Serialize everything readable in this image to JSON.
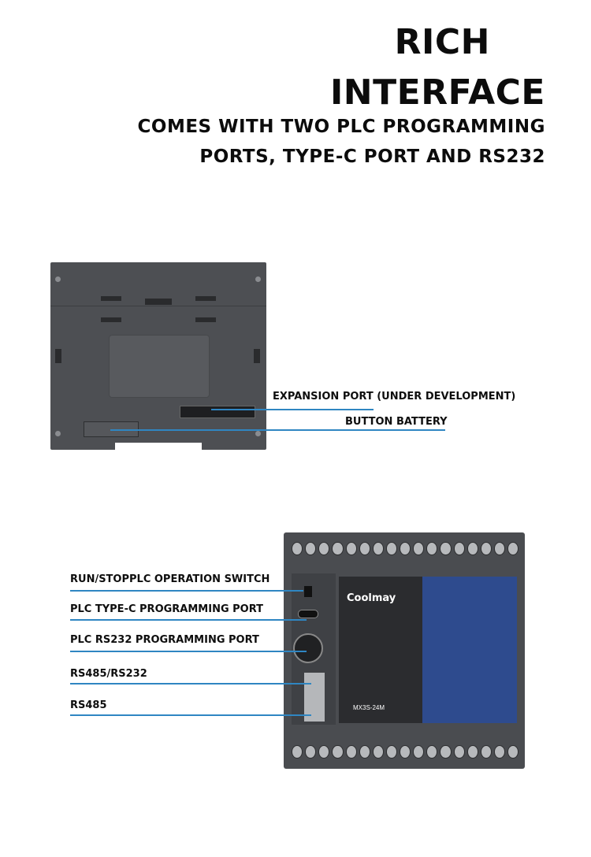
{
  "heading": {
    "line1": "RICH",
    "line2": "INTERFACE",
    "sub1": "COMES WITH TWO PLC PROGRAMMING",
    "sub2": "PORTS, TYPE-C PORT AND RS232"
  },
  "back_labels": {
    "expansion": "EXPANSION PORT (UNDER DEVELOPMENT)",
    "battery": "BUTTON BATTERY"
  },
  "front_labels": {
    "switch": "RUN/STOPPLC OPERATION SWITCH",
    "typec": "PLC TYPE-C PROGRAMMING PORT",
    "rs232": "PLC RS232 PROGRAMMING PORT",
    "rs485_232": "RS485/RS232",
    "rs485": "RS485"
  },
  "device": {
    "brand": "Coolmay",
    "model": "MX3S-24M"
  },
  "colors": {
    "accent_line": "#2f86c2",
    "device_body": "#4a4c50",
    "panel_blue": "#2e4b8e"
  }
}
